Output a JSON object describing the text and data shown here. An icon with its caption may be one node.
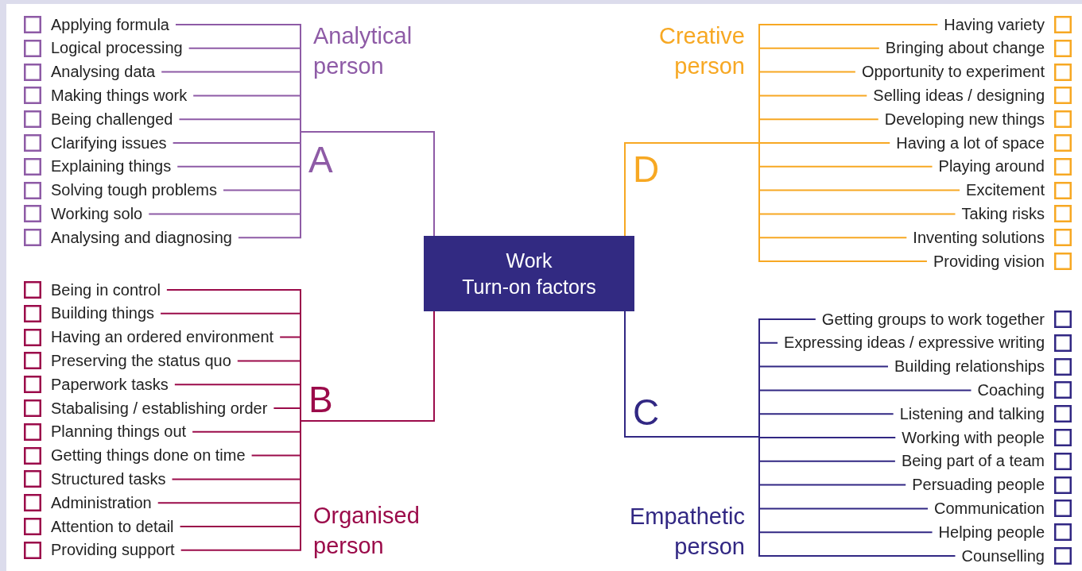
{
  "diagram": {
    "nodes": [
      {
        "text": [
          "Work",
          "Turn-on factors"
        ]
      },
      {
        "text": [
          "Applying formula"
        ]
      },
      {
        "text": [
          "Logical processing"
        ]
      },
      {
        "text": [
          "Analysing data"
        ]
      },
      {
        "text": [
          "Making things work"
        ]
      },
      {
        "text": [
          "Being challenged"
        ]
      },
      {
        "text": [
          "Clarifying issues"
        ]
      },
      {
        "text": [
          "Explaining things"
        ]
      },
      {
        "text": [
          "Solving tough problems"
        ]
      },
      {
        "text": [
          "Working solo"
        ]
      },
      {
        "text": [
          "Analysing and diagnosing"
        ]
      },
      {
        "text": [
          "Being in control"
        ]
      },
      {
        "text": [
          "Building things"
        ]
      },
      {
        "text": [
          "Having an ordered environment"
        ]
      },
      {
        "text": [
          "Preserving the status quo"
        ]
      },
      {
        "text": [
          "Paperwork tasks"
        ]
      },
      {
        "text": [
          "Stabalising / establishing order"
        ]
      },
      {
        "text": [
          "Planning things out"
        ]
      },
      {
        "text": [
          "Getting things done on time"
        ]
      },
      {
        "text": [
          "Structured tasks"
        ]
      },
      {
        "text": [
          "Administration"
        ]
      },
      {
        "text": [
          "Attention to detail"
        ]
      },
      {
        "text": [
          "Providing support"
        ]
      },
      {
        "text": [
          "Having variety"
        ]
      },
      {
        "text": [
          "Bringing about change"
        ]
      },
      {
        "text": [
          "Opportunity to experiment"
        ]
      },
      {
        "text": [
          "Selling ideas / designing"
        ]
      },
      {
        "text": [
          "Developing new things"
        ]
      },
      {
        "text": [
          "Having a lot of space"
        ]
      },
      {
        "text": [
          "Playing around"
        ]
      },
      {
        "text": [
          "Excitement"
        ]
      },
      {
        "text": [
          "Taking risks"
        ]
      },
      {
        "text": [
          "Inventing solutions"
        ]
      },
      {
        "text": [
          "Providing vision"
        ]
      },
      {
        "text": [
          "Getting groups to work together"
        ]
      },
      {
        "text": [
          "Expressing ideas / expressive writing"
        ]
      },
      {
        "text": [
          "Building relationships"
        ]
      },
      {
        "text": [
          "Coaching"
        ]
      },
      {
        "text": [
          "Listening and talking"
        ]
      },
      {
        "text": [
          "Working with people"
        ]
      },
      {
        "text": [
          "Being part of a team"
        ]
      },
      {
        "text": [
          "Persuading people"
        ]
      },
      {
        "text": [
          "Communication"
        ]
      },
      {
        "text": [
          "Helping people"
        ]
      },
      {
        "text": [
          "Counselling"
        ]
      }
    ],
    "edges": [
      {
        "from": 0,
        "to": 1,
        "arrow": "none",
        "color": "#8e5ba6"
      },
      {
        "from": 0,
        "to": 2,
        "arrow": "none",
        "color": "#8e5ba6"
      },
      {
        "from": 0,
        "to": 3,
        "arrow": "none",
        "color": "#8e5ba6"
      },
      {
        "from": 0,
        "to": 4,
        "arrow": "none",
        "color": "#8e5ba6"
      },
      {
        "from": 0,
        "to": 5,
        "arrow": "none",
        "color": "#8e5ba6"
      },
      {
        "from": 0,
        "to": 6,
        "arrow": "none",
        "color": "#8e5ba6"
      },
      {
        "from": 0,
        "to": 7,
        "arrow": "none",
        "color": "#8e5ba6"
      },
      {
        "from": 0,
        "to": 8,
        "arrow": "none",
        "color": "#8e5ba6"
      },
      {
        "from": 0,
        "to": 9,
        "arrow": "none",
        "color": "#8e5ba6"
      },
      {
        "from": 0,
        "to": 10,
        "arrow": "none",
        "color": "#8e5ba6"
      },
      {
        "from": 0,
        "to": 11,
        "arrow": "none",
        "color": "#9b0b4a"
      },
      {
        "from": 0,
        "to": 12,
        "arrow": "none",
        "color": "#9b0b4a"
      },
      {
        "from": 0,
        "to": 13,
        "arrow": "none",
        "color": "#9b0b4a"
      },
      {
        "from": 0,
        "to": 14,
        "arrow": "none",
        "color": "#9b0b4a"
      },
      {
        "from": 0,
        "to": 15,
        "arrow": "none",
        "color": "#9b0b4a"
      },
      {
        "from": 0,
        "to": 16,
        "arrow": "none",
        "color": "#9b0b4a"
      },
      {
        "from": 0,
        "to": 17,
        "arrow": "none",
        "color": "#9b0b4a"
      },
      {
        "from": 0,
        "to": 18,
        "arrow": "none",
        "color": "#9b0b4a"
      },
      {
        "from": 0,
        "to": 19,
        "arrow": "none",
        "color": "#9b0b4a"
      },
      {
        "from": 0,
        "to": 20,
        "arrow": "none",
        "color": "#9b0b4a"
      },
      {
        "from": 0,
        "to": 21,
        "arrow": "none",
        "color": "#9b0b4a"
      },
      {
        "from": 0,
        "to": 22,
        "arrow": "none",
        "color": "#9b0b4a"
      },
      {
        "from": 0,
        "to": 23,
        "arrow": "none",
        "color": "#f7a823"
      },
      {
        "from": 0,
        "to": 24,
        "arrow": "none",
        "color": "#f7a823"
      },
      {
        "from": 0,
        "to": 25,
        "arrow": "none",
        "color": "#f7a823"
      },
      {
        "from": 0,
        "to": 26,
        "arrow": "none",
        "color": "#f7a823"
      },
      {
        "from": 0,
        "to": 27,
        "arrow": "none",
        "color": "#f7a823"
      },
      {
        "from": 0,
        "to": 28,
        "arrow": "none",
        "color": "#f7a823"
      },
      {
        "from": 0,
        "to": 29,
        "arrow": "none",
        "color": "#f7a823"
      },
      {
        "from": 0,
        "to": 30,
        "arrow": "none",
        "color": "#f7a823"
      },
      {
        "from": 0,
        "to": 31,
        "arrow": "none",
        "color": "#f7a823"
      },
      {
        "from": 0,
        "to": 32,
        "arrow": "none",
        "color": "#f7a823"
      },
      {
        "from": 0,
        "to": 33,
        "arrow": "none",
        "color": "#f7a823"
      },
      {
        "from": 0,
        "to": 34,
        "arrow": "none",
        "color": "#312783"
      },
      {
        "from": 0,
        "to": 35,
        "arrow": "none",
        "color": "#312783"
      },
      {
        "from": 0,
        "to": 36,
        "arrow": "none",
        "color": "#312783"
      },
      {
        "from": 0,
        "to": 37,
        "arrow": "none",
        "color": "#312783"
      },
      {
        "from": 0,
        "to": 38,
        "arrow": "none",
        "color": "#312783"
      },
      {
        "from": 0,
        "to": 39,
        "arrow": "none",
        "color": "#312783"
      },
      {
        "from": 0,
        "to": 40,
        "arrow": "none",
        "color": "#312783"
      },
      {
        "from": 0,
        "to": 41,
        "arrow": "none",
        "color": "#312783"
      },
      {
        "from": 0,
        "to": 42,
        "arrow": "none",
        "color": "#312783"
      },
      {
        "from": 0,
        "to": 43,
        "arrow": "none",
        "color": "#312783"
      },
      {
        "from": 0,
        "to": 44,
        "arrow": "none",
        "color": "#312783"
      }
    ],
    "labels": [
      "Analytical person",
      "A",
      "Creative person",
      "D",
      "B",
      "Organised person",
      "C",
      "Empathetic person"
    ]
  }
}
